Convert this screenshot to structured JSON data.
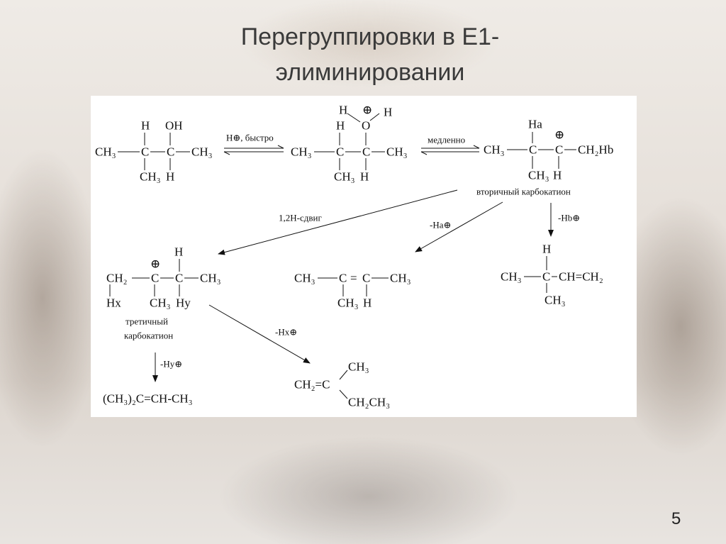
{
  "title": {
    "line1": "Перегруппировки в Е1-",
    "line2": "элиминировании"
  },
  "page_number": "5",
  "diagram": {
    "m1": {
      "ch3_left": "CH₃",
      "c1": "C",
      "c2": "C",
      "ch3_right": "CH₃",
      "h_top": "H",
      "oh_top": "OH",
      "ch3_bottom": "CH₃",
      "h_bottom": "H"
    },
    "arrow1_label": "H⊕, быстро",
    "m2": {
      "ch3_left": "CH₃",
      "c1": "C",
      "c2": "C",
      "ch3_right": "CH₃",
      "h_top": "H",
      "o_top": "O",
      "h_o_left": "H",
      "plus": "⊕",
      "h_o_right": "H",
      "ch3_bottom": "CH₃",
      "h_bottom": "H"
    },
    "arrow2_label": "медленно",
    "m3": {
      "ch3_left": "CH₃",
      "c1": "C",
      "c2": "C",
      "ch2hb": "CH₂Hb",
      "h_a": "Ha",
      "plus": "⊕",
      "ch3_bottom": "CH₃",
      "h_bottom": "H",
      "caption": "вторичный карбокатион"
    },
    "shift_label": "1,2H-сдвиг",
    "ha_label": "-Ha⊕",
    "hb_label": "-Hb⊕",
    "m4": {
      "ch2": "CH₂",
      "c1": "C",
      "c2": "C",
      "ch3_right": "CH₃",
      "h_top": "H",
      "plus": "⊕",
      "hx": "Hx",
      "ch3_bottom": "CH₃",
      "hy": "Hy",
      "caption1": "третичный",
      "caption2": "карбокатион"
    },
    "m5": {
      "ch3_left": "CH₃",
      "c1": "C",
      "double": "=",
      "c2": "C",
      "ch3_right": "CH₃",
      "ch3_bottom": "CH₃",
      "h_bottom": "H"
    },
    "m6": {
      "ch3_left": "CH₃",
      "c": "C",
      "chch2": "CH=CH₂",
      "h_top": "H",
      "ch3_bottom": "CH₃"
    },
    "hx_label": "-Hx⊕",
    "hy_label": "-Hy⊕",
    "p1": "(CH₃)₂C=CH-CH₃",
    "m7": {
      "ch3_top": "CH₃",
      "ch2c": "CH₂=C",
      "ch2ch3": "CH₂CH₃"
    }
  }
}
